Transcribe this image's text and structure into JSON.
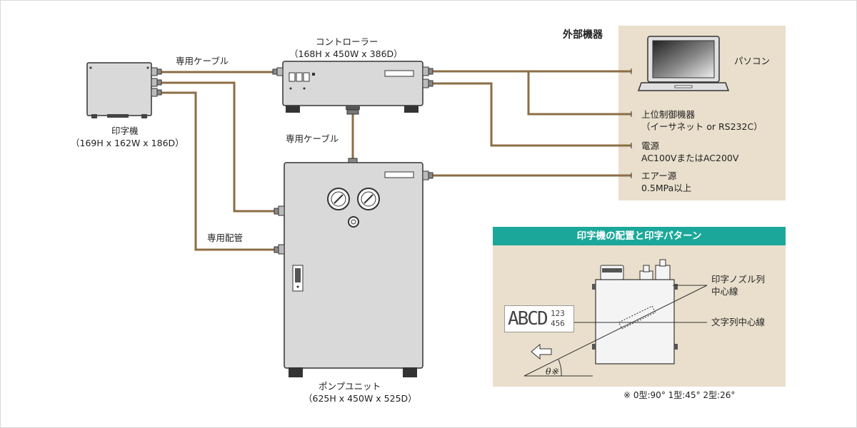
{
  "external": {
    "title": "外部機器",
    "pc": "パソコン",
    "host_line1": "上位制御機器",
    "host_line2": "（イーサネット or RS232C）",
    "power_line1": "電源",
    "power_line2": "AC100VまたはAC200V",
    "air_line1": "エアー源",
    "air_line2": "0.5MPa以上"
  },
  "controller": {
    "name": "コントローラー",
    "dims": "（168H x 450W x 386D）"
  },
  "printer": {
    "name": "印字機",
    "dims": "（169H x 162W x 186D）"
  },
  "pump": {
    "name": "ポンプユニット",
    "dims": "（625H x 450W x 525D）"
  },
  "links": {
    "cable_top": "専用ケーブル",
    "cable_mid": "専用ケーブル",
    "piping": "専用配管"
  },
  "pattern": {
    "title": "印字機の配置と印字パターン",
    "nozzle_line1": "印字ノズル列",
    "nozzle_line2": "中心線",
    "text_line": "文字列中心線",
    "sample_big": "ABCD",
    "sample_num1": "123",
    "sample_num2": "456",
    "angle": "θ※",
    "note": "※ 0型:90°  1型:45°  2型:26°"
  },
  "colors": {
    "wire": "#8c6d45",
    "panel": "#e9dfcc",
    "header": "#1ba89a",
    "device": "#d9d9d9"
  }
}
